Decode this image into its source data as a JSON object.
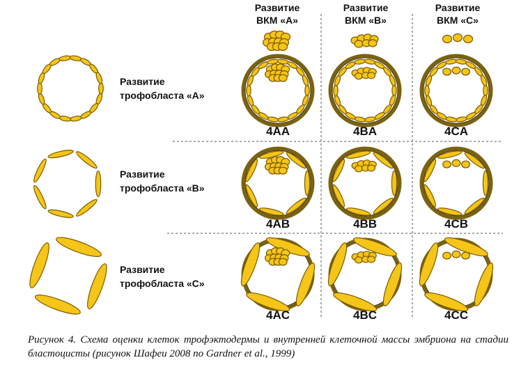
{
  "columns": [
    {
      "line1": "Развитие",
      "line2": "ВКМ «A»"
    },
    {
      "line1": "Развитие",
      "line2": "ВКМ «B»"
    },
    {
      "line1": "Развитие",
      "line2": "ВКМ «C»"
    }
  ],
  "rows": [
    {
      "line1": "Развитие",
      "line2": "трофобласта «A»",
      "codes": [
        "4AA",
        "4BA",
        "4CA"
      ]
    },
    {
      "line1": "Развитие",
      "line2": "трофобласта «B»",
      "codes": [
        "4AB",
        "4BB",
        "4CB"
      ]
    },
    {
      "line1": "Развитие",
      "line2": "трофобласта «C»",
      "codes": [
        "4AC",
        "4BC",
        "4CC"
      ]
    }
  ],
  "caption": "Рисунок 4. Схема оценки клеток трофэктодермы и внутренней клеточной массы эмбриона на стадии бластоцисты (рисунок Шафеи 2008 по Gardner et al., 1999)",
  "colors": {
    "cell_fill": "#f5c518",
    "cell_stroke": "#7a5a00",
    "shell": "#7a6212"
  }
}
